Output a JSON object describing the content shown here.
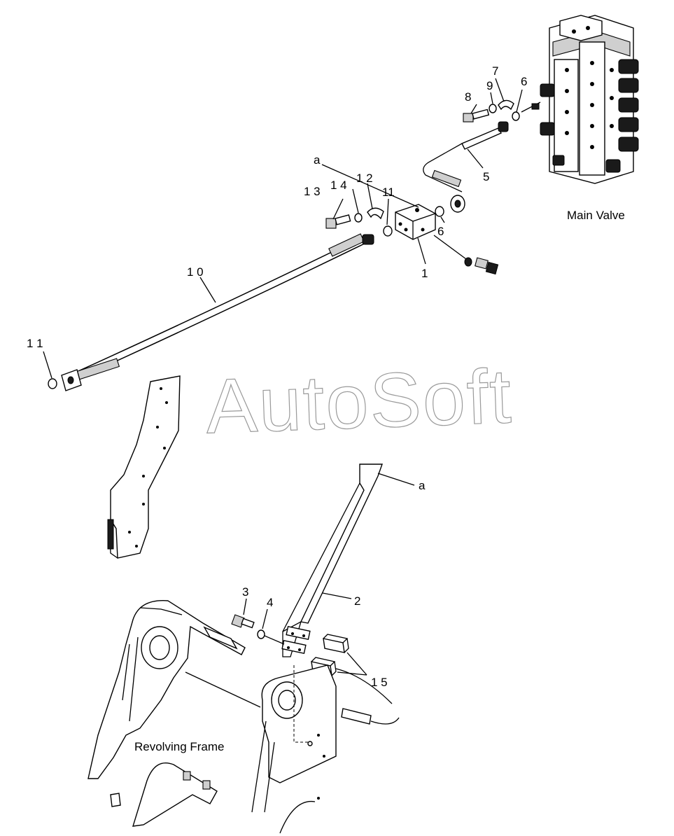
{
  "watermark": "AutoSoft",
  "labels": {
    "main_valve": "Main Valve",
    "revolving_frame": "Revolving Frame"
  },
  "callouts": {
    "p1": "1",
    "p2": "2",
    "p3": "3",
    "p4": "4",
    "p5": "5",
    "p6_top": "6",
    "p6_block": "6",
    "p7": "7",
    "p8": "8",
    "p9": "9",
    "p10": "1 0",
    "p11_block": "11",
    "p11_hose": "1 1",
    "p12": "1 2",
    "p13": "1 3",
    "p14": "1 4",
    "p15": "1 5",
    "a_top": "a",
    "a_bracket": "a"
  }
}
